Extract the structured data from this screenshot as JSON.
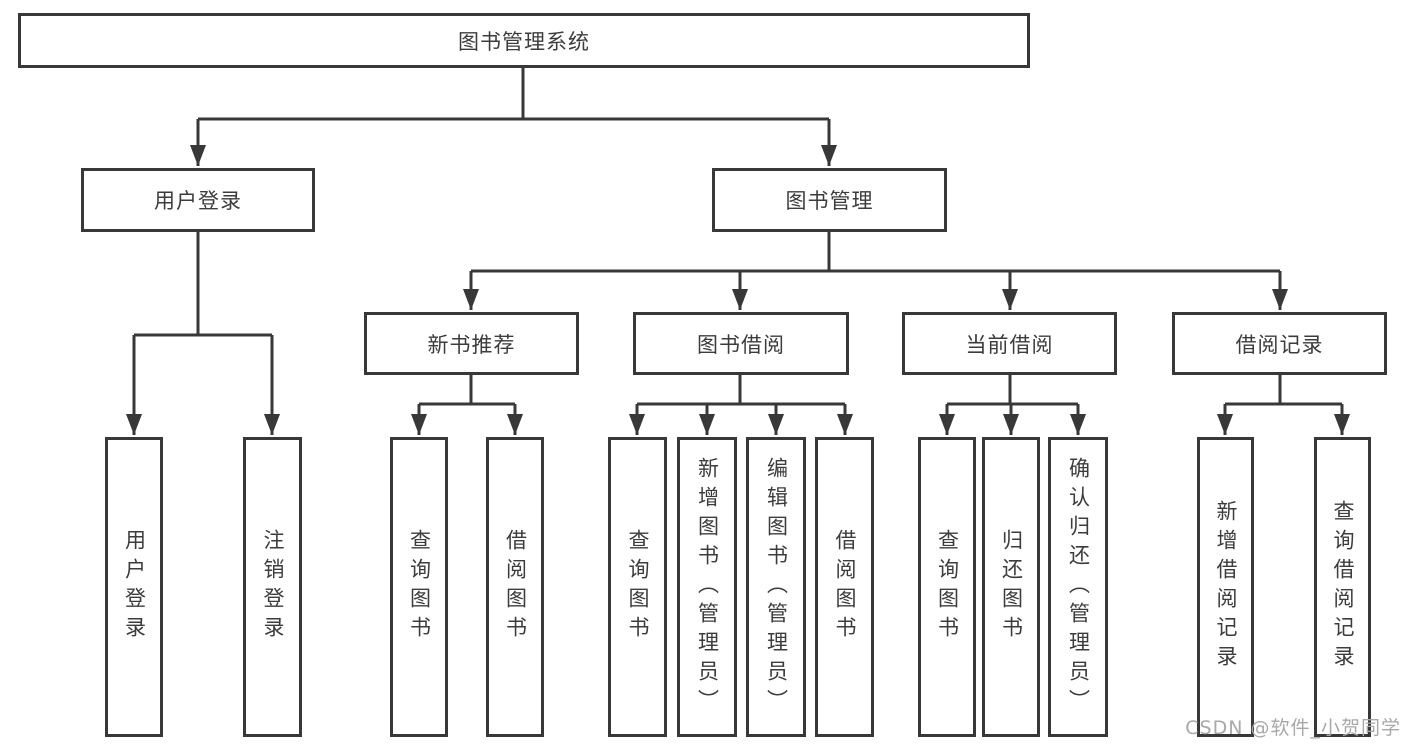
{
  "tree": {
    "label": "图书管理系统",
    "children": [
      {
        "label": "用户登录",
        "children": [
          {
            "label": "用户登录"
          },
          {
            "label": "注销登录"
          }
        ]
      },
      {
        "label": "图书管理",
        "children": [
          {
            "label": "新书推荐",
            "children": [
              {
                "label": "查询图书"
              },
              {
                "label": "借阅图书"
              }
            ]
          },
          {
            "label": "图书借阅",
            "children": [
              {
                "label": "查询图书"
              },
              {
                "label": "新增图书（管理员）"
              },
              {
                "label": "编辑图书（管理员）"
              },
              {
                "label": "借阅图书"
              }
            ]
          },
          {
            "label": "当前借阅",
            "children": [
              {
                "label": "查询图书"
              },
              {
                "label": "归还图书"
              },
              {
                "label": "确认归还（管理员）"
              }
            ]
          },
          {
            "label": "借阅记录",
            "children": [
              {
                "label": "新增借阅记录"
              },
              {
                "label": "查询借阅记录"
              }
            ]
          }
        ]
      }
    ]
  },
  "watermark": {
    "text": "CSDN @软件_小贺同学"
  },
  "colors": {
    "line": "#383838",
    "text": "#3c3c3c",
    "box_background": "#ffffff",
    "watermark": "#a8a8a8"
  }
}
